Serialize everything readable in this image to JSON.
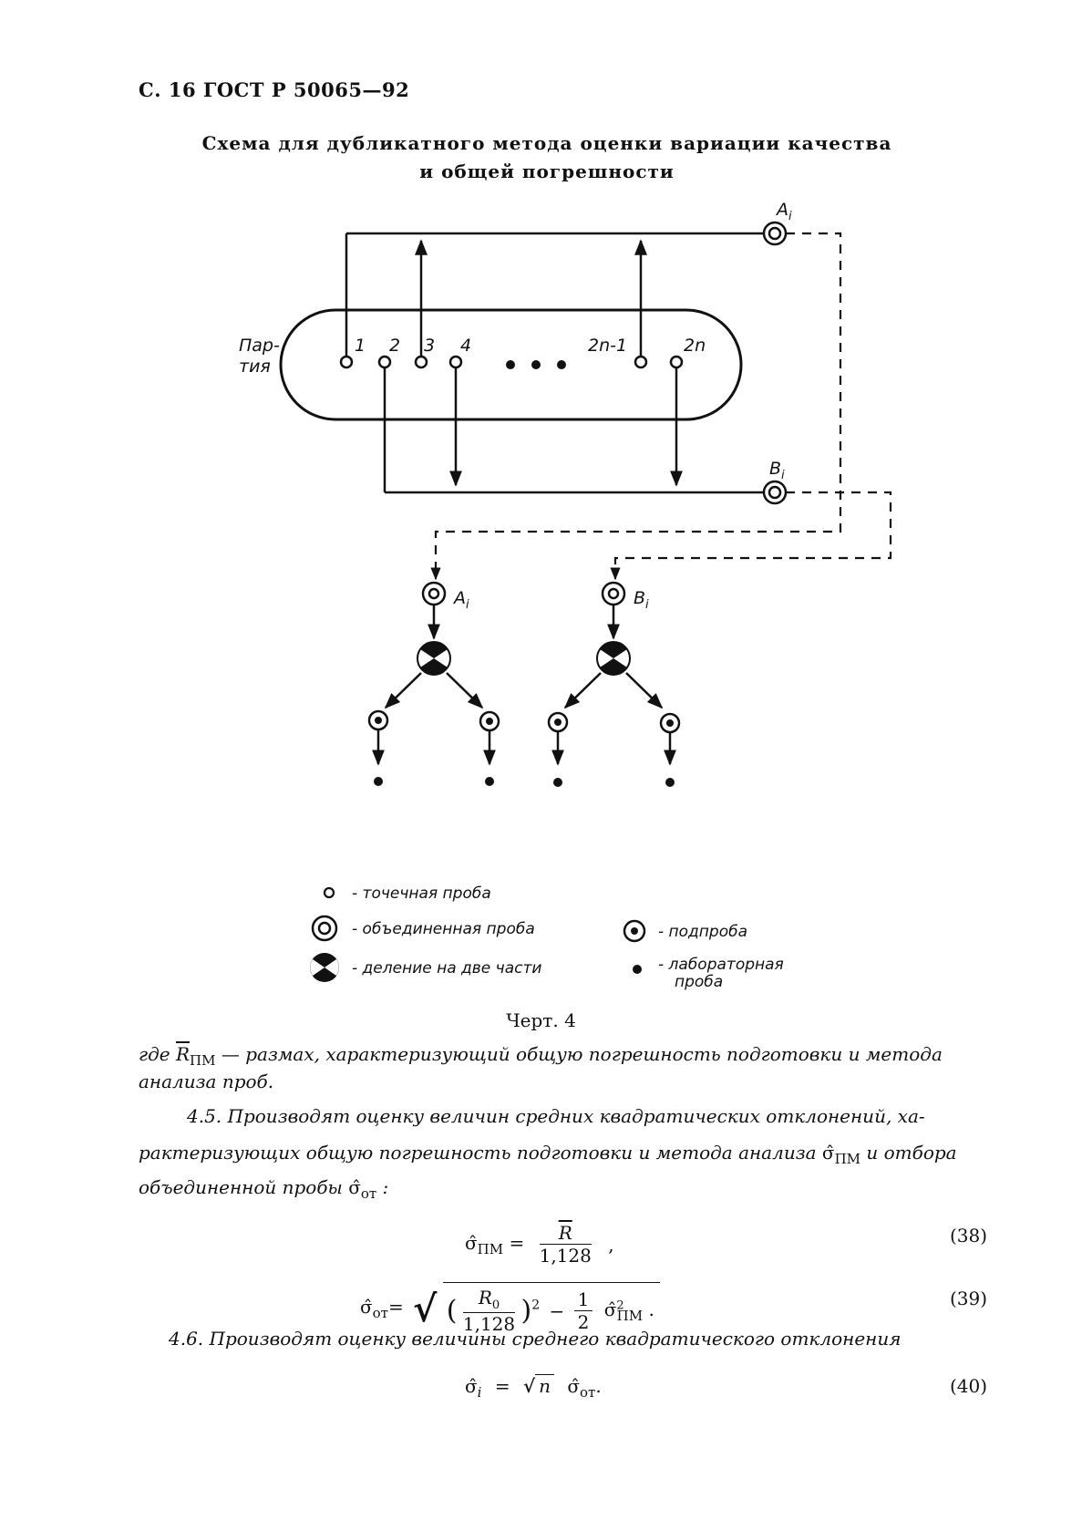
{
  "header": "С. 16 ГОСТ Р 50065—92",
  "title": {
    "line1": "Схема для дубликатного метода оценки  вариации качества",
    "line2": "и общей погрешности"
  },
  "diagram": {
    "lot_label_line1": "Пар-",
    "lot_label_line2": "тия",
    "sample_numbers": [
      "1",
      "2",
      "3",
      "4",
      "2n-1",
      "2n"
    ],
    "combined_top": "A",
    "combined_top_sub": "i",
    "combined_bottom": "B",
    "combined_bottom_sub": "i",
    "sub_a": "A",
    "sub_a_sub": "i",
    "sub_b": "B",
    "sub_b_sub": "i"
  },
  "legend": {
    "increment": "- точечная проба",
    "composite": "- объединенная проба",
    "subsample": "- подпроба",
    "division": "- деление  на две части",
    "lab_line1": "- лабораторная",
    "lab_line2": "проба"
  },
  "caption": "Черт. 4",
  "text": {
    "p1_where": "где",
    "p1_rest": "— размах, характеризующий общую погрешность подготовки и метода",
    "p2": "анализа проб.",
    "p3": "4.5. Производят оценку величин средних квадратических отклонений, ха-",
    "p4_a": "рактеризующих общую погрешность подготовки и метода анализа",
    "p4_b": "и отбора",
    "p5": "объединенной пробы",
    "p6": "4.6. Производят оценку величины среднего квадратического отклонения"
  },
  "equations": {
    "n38": "(38)",
    "n39": "(39)",
    "n40": "(40)",
    "den": "1,128",
    "half_num": "1",
    "half_den": "2",
    "sub_pm": "ПМ",
    "sub_ot": "от",
    "R": "R",
    "R0": "R",
    "R0_sub": "0",
    "n": "n",
    "i": "i"
  }
}
